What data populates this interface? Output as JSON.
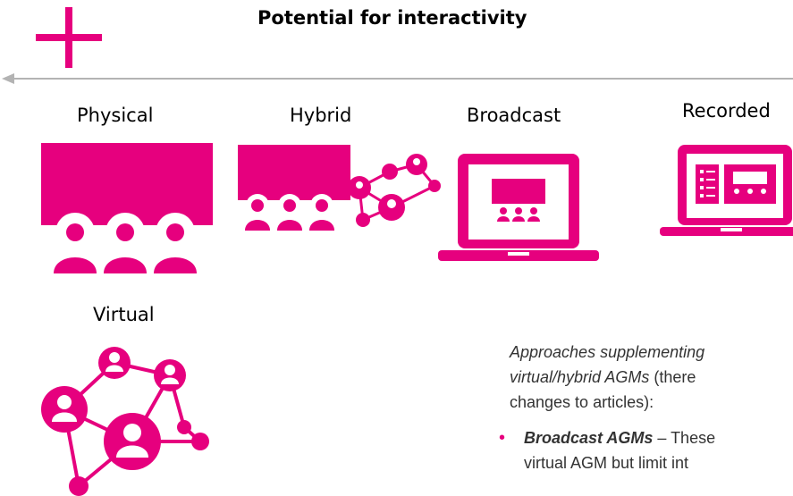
{
  "colors": {
    "accent": "#e6007e",
    "axis": "#b3b3b3",
    "text": "#333333"
  },
  "header": {
    "title": "Potential for interactivity",
    "plus_icon": "plus-icon",
    "axis_arrow_icon": "arrow-left-icon"
  },
  "formats": [
    {
      "label": "Physical",
      "icon": "meeting-room-audience-icon"
    },
    {
      "label": "Hybrid",
      "icon": "hybrid-meeting-network-icon"
    },
    {
      "label": "Broadcast",
      "icon": "laptop-broadcast-icon"
    },
    {
      "label": "Recorded",
      "icon": "laptop-recorded-icon"
    },
    {
      "label": "Virtual",
      "icon": "virtual-network-icon"
    }
  ],
  "body_text": {
    "intro_part1": "Approaches supplementing",
    "intro_part2": "virtual/hybrid AGMs",
    "intro_part3": " (there",
    "intro_part4": "changes to articles):",
    "bullet_term": "Broadcast AGMs",
    "bullet_dash": " – These",
    "bullet_rest": "virtual AGM but limit int"
  }
}
